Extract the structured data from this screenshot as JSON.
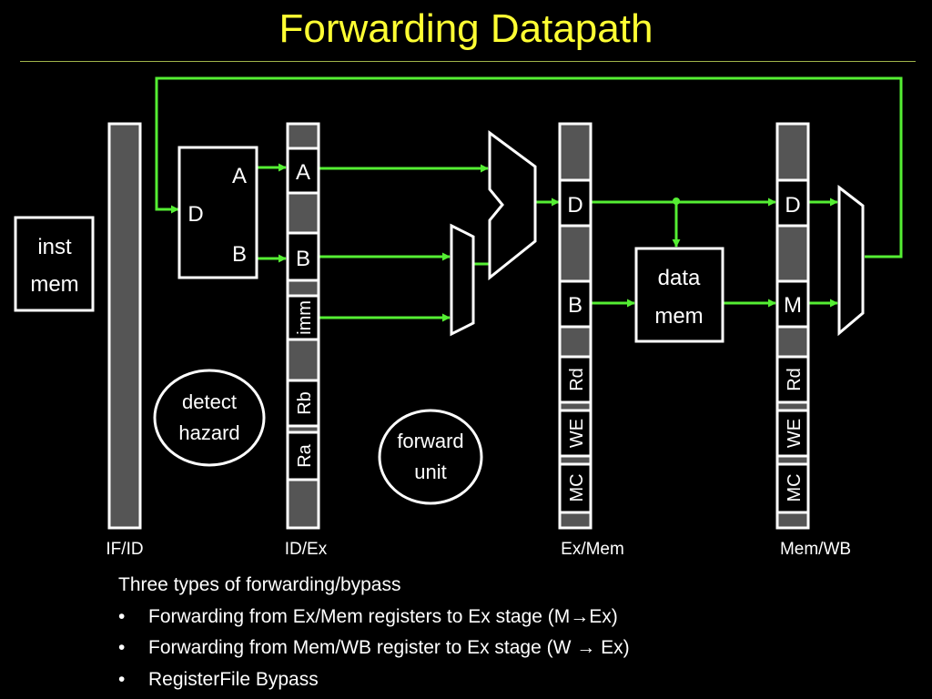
{
  "title": "Forwarding Datapath",
  "diagram": {
    "inst_mem": [
      "inst",
      "mem"
    ],
    "regfile": {
      "d": "D",
      "a": "A",
      "b": "B"
    },
    "id_ex": {
      "a": "A",
      "b": "B",
      "imm": "imm",
      "rb": "Rb",
      "ra": "Ra"
    },
    "detect_hazard": [
      "detect",
      "hazard"
    ],
    "forward_unit": [
      "forward",
      "unit"
    ],
    "ex_mem": {
      "d": "D",
      "b": "B",
      "rd": "Rd",
      "we": "WE",
      "mc": "MC"
    },
    "data_mem": [
      "data",
      "mem"
    ],
    "mem_wb": {
      "d": "D",
      "m": "M",
      "rd": "Rd",
      "we": "WE",
      "mc": "MC"
    },
    "stage_labels": {
      "if_id": "IF/ID",
      "id_ex": "ID/Ex",
      "ex_mem": "Ex/Mem",
      "mem_wb": "Mem/WB"
    }
  },
  "notes": {
    "heading": "Three types of forwarding/bypass",
    "bullet_char": "•",
    "items": [
      "Forwarding from Ex/Mem registers to Ex stage (M→Ex)",
      "Forwarding from Mem/WB register to Ex stage (W → Ex)",
      "RegisterFile Bypass"
    ]
  },
  "colors": {
    "wire": "#55ee33",
    "title": "#ffff33",
    "register_fill": "#555555"
  }
}
